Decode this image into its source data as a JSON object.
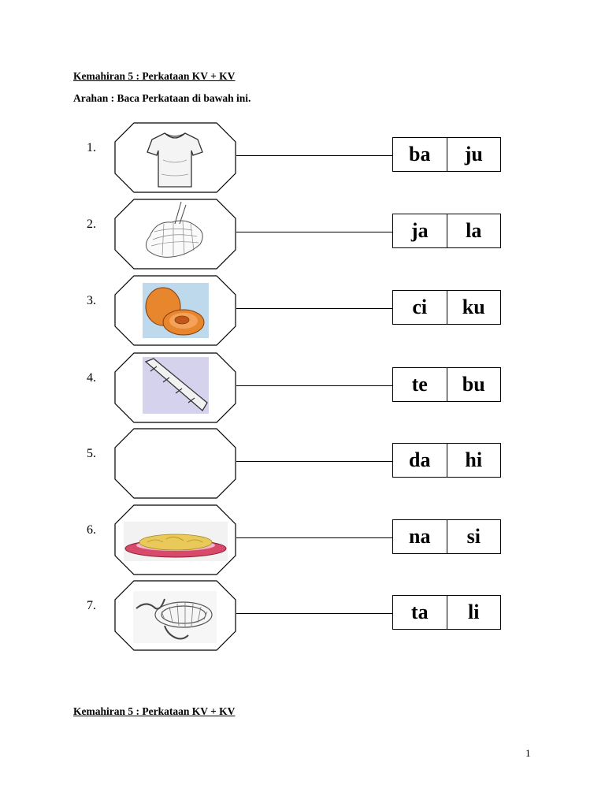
{
  "header": {
    "title": "Kemahiran 5 : Perkataan KV + KV"
  },
  "instruction": "Arahan : Baca Perkataan di bawah ini.",
  "items": [
    {
      "number": "1.",
      "picture": "shirt-icon",
      "syllables": [
        "ba",
        "ju"
      ]
    },
    {
      "number": "2.",
      "picture": "fishing-net-icon",
      "syllables": [
        "ja",
        "la"
      ]
    },
    {
      "number": "3.",
      "picture": "apricot-fruit-icon",
      "syllables": [
        "ci",
        "ku"
      ]
    },
    {
      "number": "4.",
      "picture": "sugarcane-icon",
      "syllables": [
        "te",
        "bu"
      ]
    },
    {
      "number": "5.",
      "picture": "",
      "syllables": [
        "da",
        "hi"
      ]
    },
    {
      "number": "6.",
      "picture": "rice-plate-icon",
      "syllables": [
        "na",
        "si"
      ]
    },
    {
      "number": "7.",
      "picture": "rope-icon",
      "syllables": [
        "ta",
        "li"
      ]
    }
  ],
  "footer": {
    "title": "Kemahiran 5 : Perkataan KV + KV",
    "page_number": "1"
  }
}
